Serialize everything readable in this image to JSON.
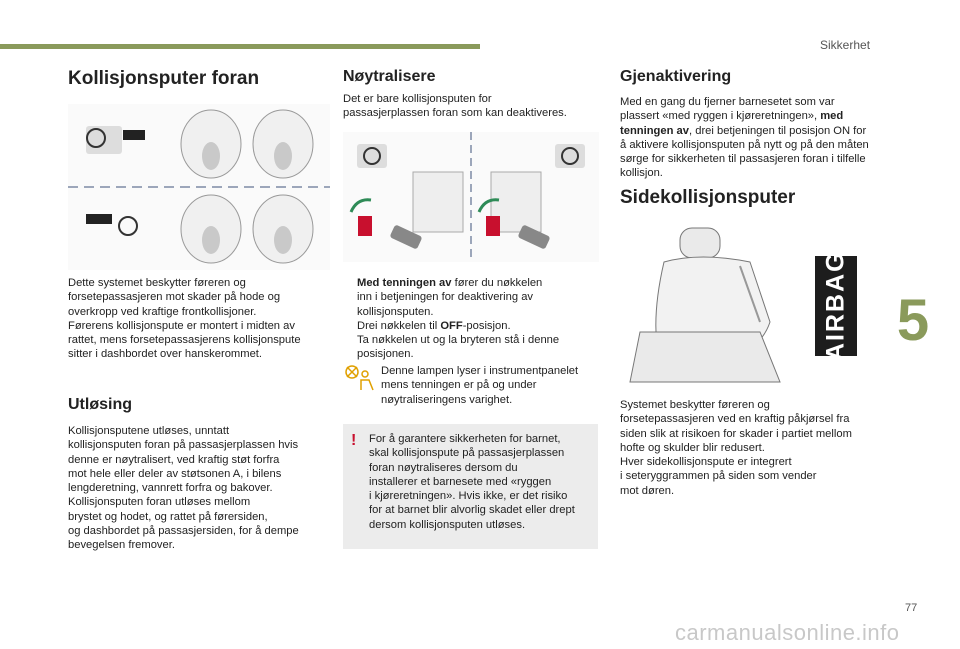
{
  "header": {
    "section": "Sikkerhet",
    "chapter": "5",
    "page": "77"
  },
  "watermark": "carmanualsonline.info",
  "col1": {
    "title": "Kollisjonsputer foran",
    "intro": [
      "Dette systemet beskytter føreren og",
      "forsetepassasjeren mot skader på hode og",
      "overkropp ved kraftige frontkollisjoner.",
      "Førerens kollisjonspute er montert i midten av",
      "rattet, mens forsetepassasjerens kollisjonspute",
      "sitter i dashbordet over hanskerommet."
    ],
    "subtitle": "Utløsing",
    "body": [
      "Kollisjonsputene utløses, unntatt",
      "kollisjonsputen foran på passasjerplassen hvis",
      "denne er nøytralisert, ved kraftig støt forfra",
      "mot hele eller deler av støtsonen A, i bilens",
      "lengderetning, vannrett forfra og bakover.",
      "Kollisjonsputen foran utløses mellom",
      "brystet og hodet, og rattet på førersiden,",
      "og dashbordet på passasjersiden, for å dempe",
      "bevegelsen fremover."
    ]
  },
  "col2": {
    "title": "Nøytralisere",
    "intro": [
      "Det er bare kollisjonsputen for",
      "passasjerplassen foran som kan deaktiveres."
    ],
    "bullets": [
      {
        "mark": "",
        "bold": "Med tenningen av",
        "lines": [
          " fører du nøkkelen",
          "inn i betjeningen for deaktivering av",
          "kollisjonsputen."
        ]
      },
      {
        "mark": "",
        "prefix": "Drei nøkkelen til ",
        "bold": "OFF",
        "suffix": "-posisjon."
      },
      {
        "mark": "",
        "lines": [
          "Ta nøkkelen ut og la bryteren stå i denne",
          "posisjonen."
        ]
      }
    ],
    "note": [
      "Denne lampen lyser i instrumentpanelet",
      "mens tenningen er på og under",
      "nøytraliseringens varighet."
    ],
    "warning": [
      "For å garantere sikkerheten for barnet,",
      "skal kollisjonspute på passasjerplassen",
      "foran nøytraliseres dersom du",
      "installerer et barnesete med «ryggen",
      "i kjøreretningen». Hvis ikke, er det risiko",
      "for at barnet blir alvorlig skadet eller drept",
      "dersom kollisjonsputen utløses."
    ],
    "warning_mark": "!"
  },
  "col3": {
    "title": "Gjenaktivering",
    "intro_pre": "Med en gang du fjerner barnesetet som var plassert «med ryggen i kjøreretningen», ",
    "intro_bold": "med tenningen av",
    "intro_post": ", drei betjeningen til posisjon ON for å aktivere kollisjonsputen på nytt og på den måten sørge for sikkerheten til passasjeren foran i tilfelle kollisjon.",
    "subtitle": "Sidekollisjonsputer",
    "airbag_label": "AIRBAG",
    "body": [
      "Systemet beskytter føreren og",
      "forsetepassasjeren ved en kraftig påkjørsel fra",
      "siden slik at risikoen for skader i partiet mellom",
      "hofte og skulder blir redusert.",
      "Hver sidekollisjonspute er integrert",
      "i seteryggrammen på siden som vender",
      "mot døren."
    ]
  }
}
